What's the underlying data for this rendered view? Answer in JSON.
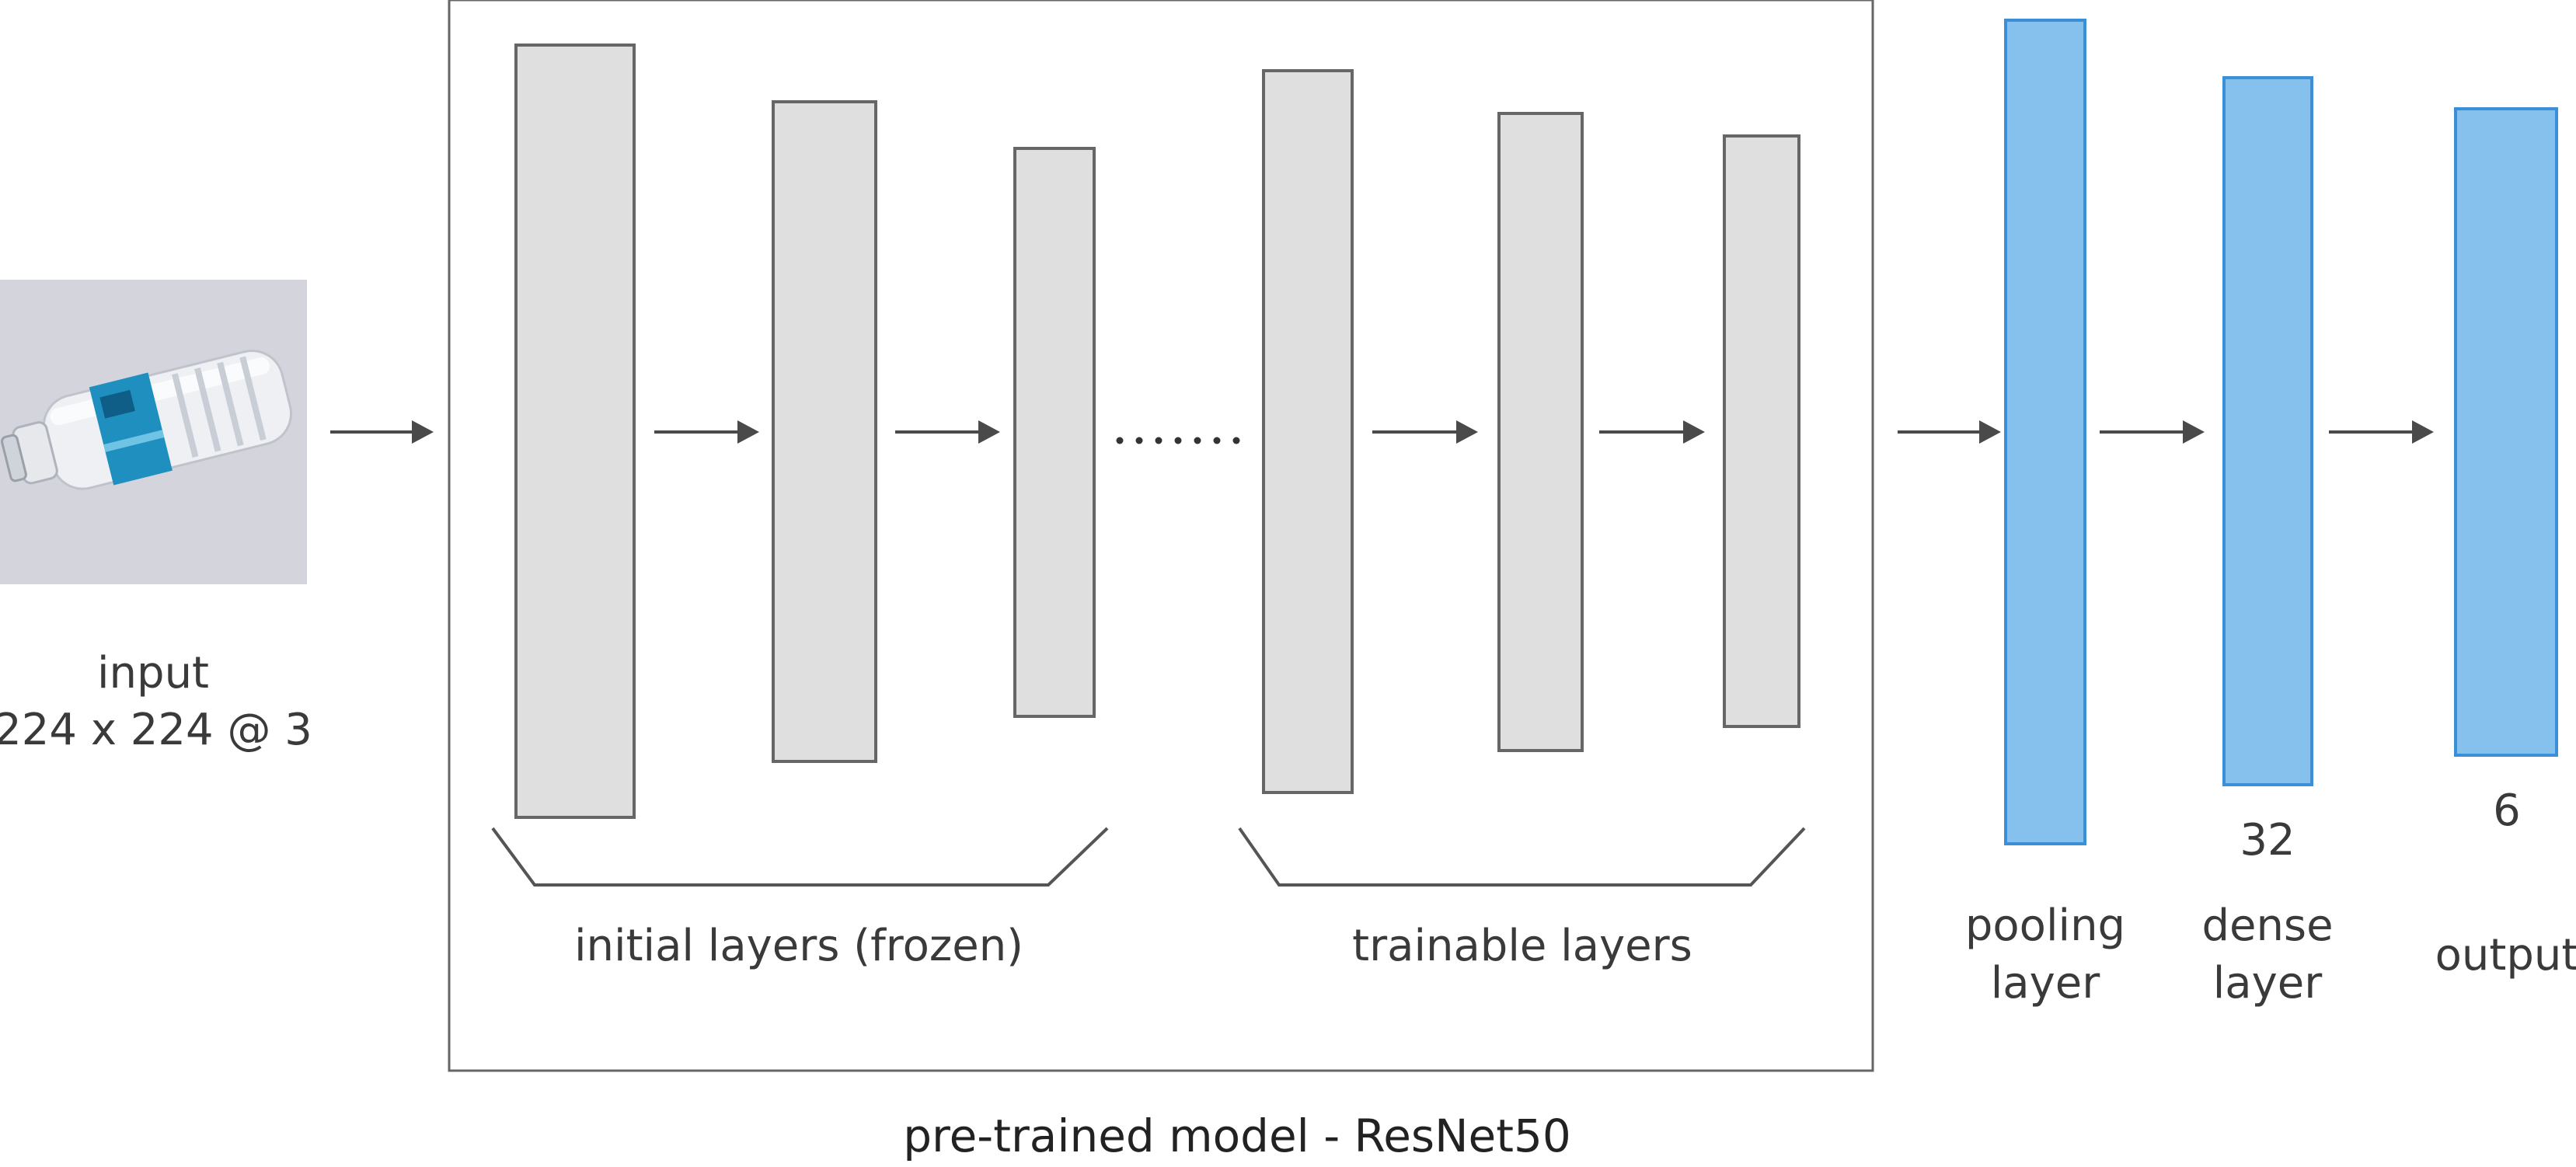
{
  "input": {
    "label": "input",
    "dims": "224 x 224 @ 3",
    "image_icon": "water-bottle-photo"
  },
  "model_box": {
    "caption": "pre-trained model - ResNet50",
    "groups": {
      "initial": {
        "label": "initial layers (frozen)"
      },
      "trainable": {
        "label": "trainable layers"
      }
    },
    "ellipsis": "......."
  },
  "head": {
    "pooling": {
      "line1": "pooling",
      "line2": "layer"
    },
    "dense": {
      "units": "32",
      "line1": "dense",
      "line2": "layer"
    },
    "output": {
      "units": "6",
      "label": "output"
    }
  },
  "colors": {
    "frozen_layer_fill": "#dfdfdf",
    "head_layer_fill": "#85c1ec",
    "head_layer_stroke": "#3a8fd6",
    "arrow": "#4a4a4a"
  }
}
